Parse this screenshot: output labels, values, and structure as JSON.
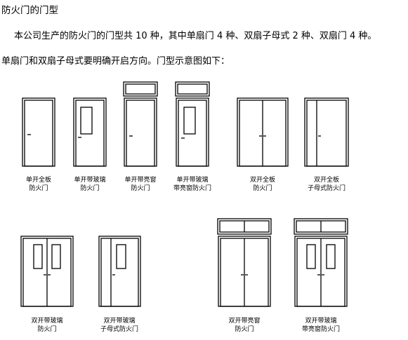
{
  "title": "防火门的门型",
  "intro": "本公司生产的防火门的门型共 10 种，其中单扇门 4 种、双扇子母式 2 种、双扇门 4 种。",
  "instruction": "单扇门和双扇子母式要明确开启方向。门型示意图如下：",
  "doors": [
    {
      "caption_line1": "单开全板",
      "caption_line2": "防火门"
    },
    {
      "caption_line1": "单开带玻璃",
      "caption_line2": "防火门"
    },
    {
      "caption_line1": "单开带亮窗",
      "caption_line2": "防火门"
    },
    {
      "caption_line1": "单开带玻璃",
      "caption_line2": "带亮窗防火门"
    },
    {
      "caption_line1": "双开全板",
      "caption_line2": "防火门"
    },
    {
      "caption_line1": "双开全板",
      "caption_line2": "子母式防火门"
    },
    {
      "caption_line1": "双开带玻璃",
      "caption_line2": "防火门"
    },
    {
      "caption_line1": "双开带玻璃",
      "caption_line2": "子母式防火门"
    },
    {
      "caption_line1": "双开带亮窗",
      "caption_line2": "防火门"
    },
    {
      "caption_line1": "双开带玻璃",
      "caption_line2": "带亮窗防火门"
    }
  ]
}
